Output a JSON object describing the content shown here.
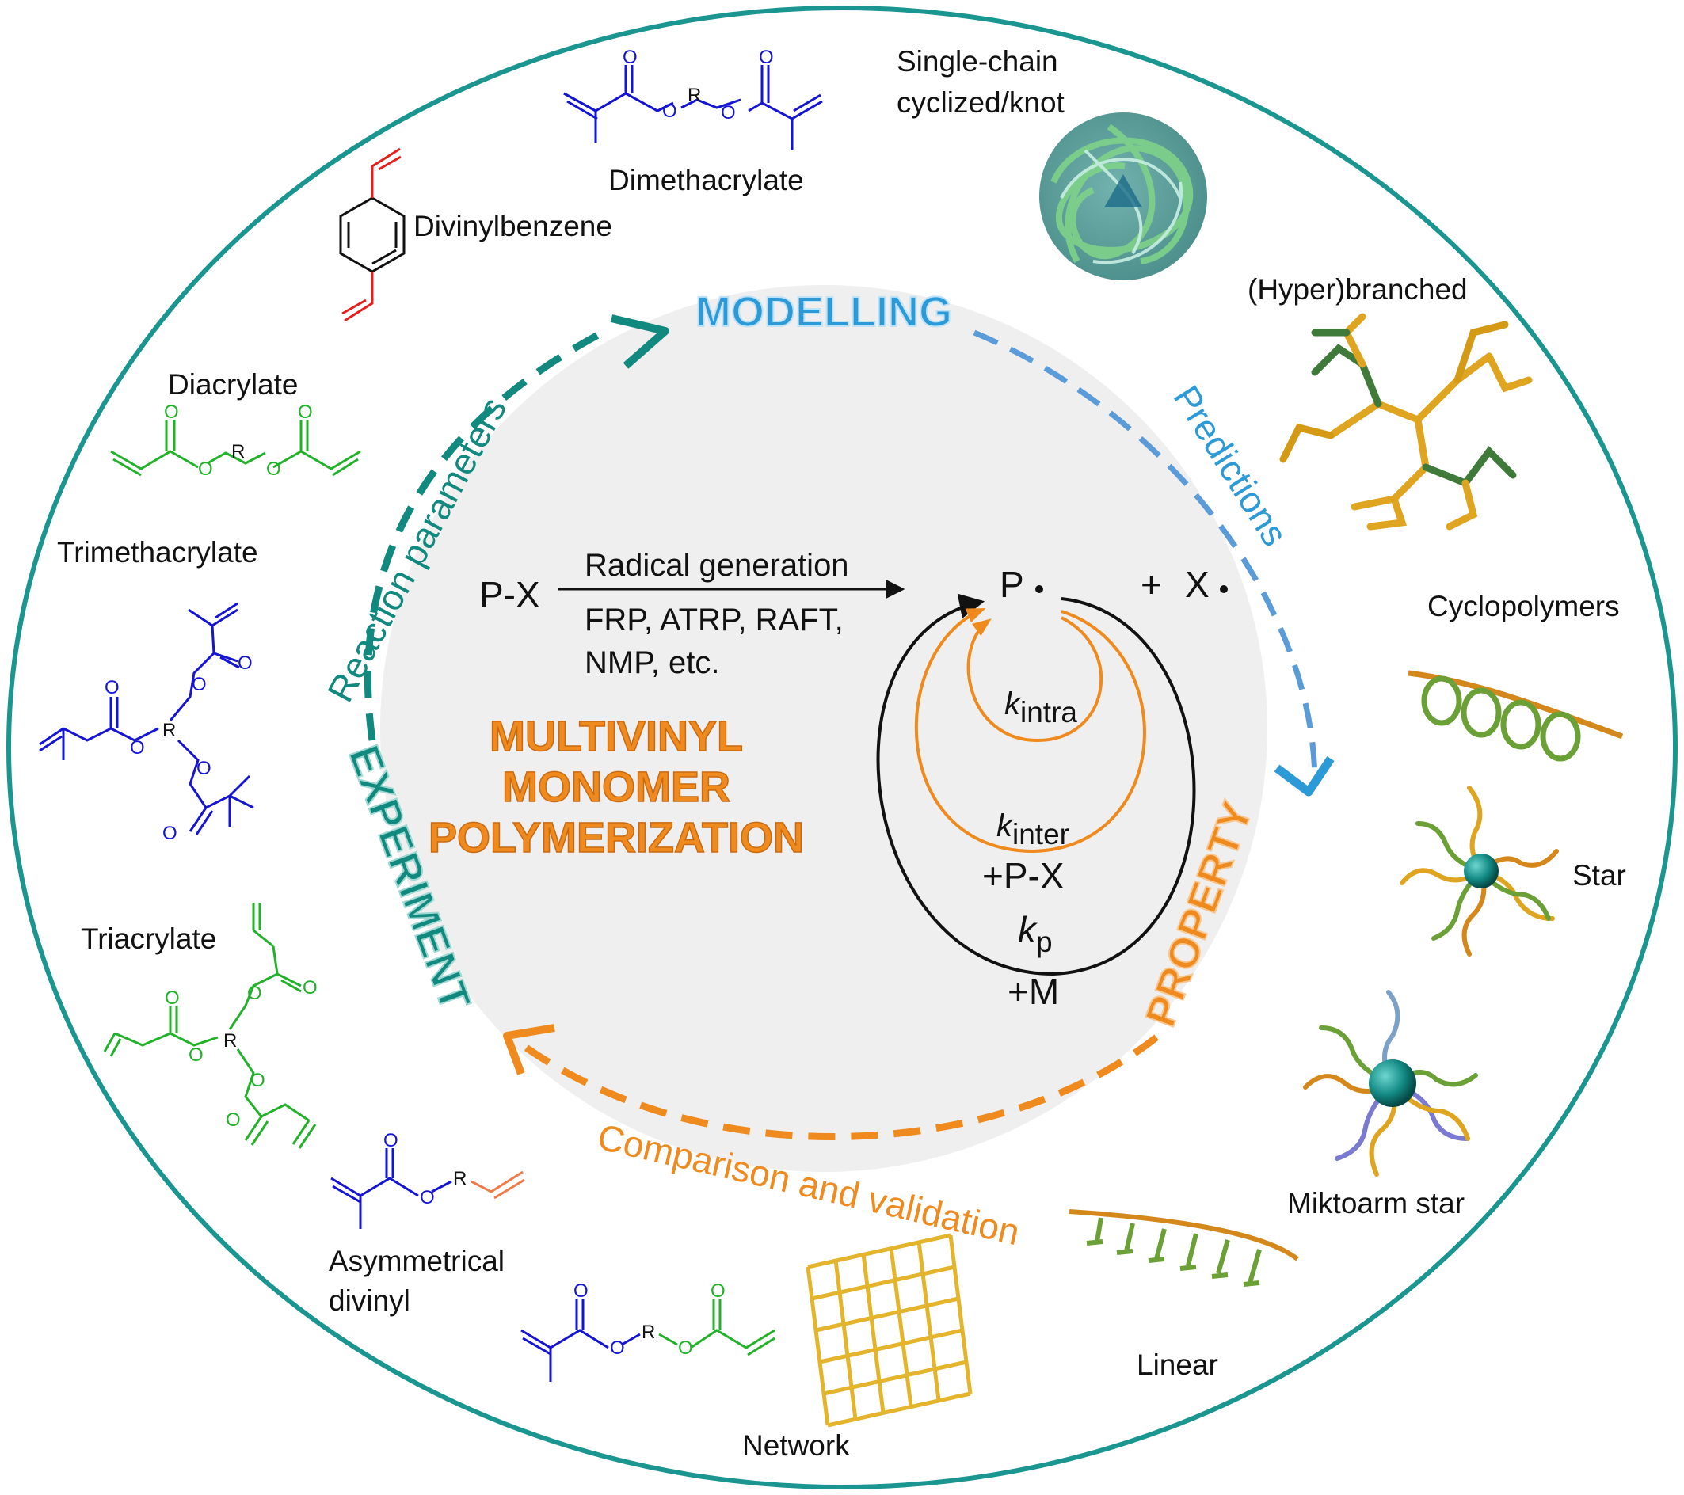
{
  "colors": {
    "border": "#1a9590",
    "teal": "#11897f",
    "blue": "#2d9ad8",
    "orange": "#ef8a1e",
    "monomer_blue": "#1414d2",
    "monomer_green": "#22b22a",
    "vinyl_red": "#e4201c",
    "inner_fill": "#efefef"
  },
  "stages": {
    "modelling": "MODELLING",
    "property": "PROPERTY",
    "experiment": "EXPERIMENT",
    "center_line1": "MULTIVINYL",
    "center_line2": "MONOMER",
    "center_line3": "POLYMERIZATION"
  },
  "cycle_arrows": {
    "predictions": "Predictions",
    "comparison": "Comparison and validation",
    "reaction_parameters": "Reaction parameters"
  },
  "reaction": {
    "initiator": "P-X",
    "step_label": "Radical generation",
    "methods_line1": "FRP, ATRP, RAFT,",
    "methods_line2": "NMP, etc.",
    "radical": "P",
    "plus": "+",
    "x_radical": "X",
    "k_symbol": "k",
    "k_intra_sub": "intra",
    "k_inter_sub": "inter",
    "k_p_sub": "p",
    "plus_px": "+P-X",
    "plus_m": "+M"
  },
  "monomers": {
    "dimethacrylate": "Dimethacrylate",
    "divinylbenzene": "Divinylbenzene",
    "diacrylate": "Diacrylate",
    "trimethacrylate": "Trimethacrylate",
    "triacrylate": "Triacrylate",
    "asym_line1": "Asymmetrical",
    "asym_line2": "divinyl",
    "atom_o": "O",
    "atom_r": "R"
  },
  "architectures": {
    "single_chain_line1": "Single-chain",
    "single_chain_line2": "cyclized/knot",
    "hyperbranched": "(Hyper)branched",
    "cyclopolymers": "Cyclopolymers",
    "star": "Star",
    "miktoarm": "Miktoarm star",
    "linear": "Linear",
    "network": "Network"
  }
}
